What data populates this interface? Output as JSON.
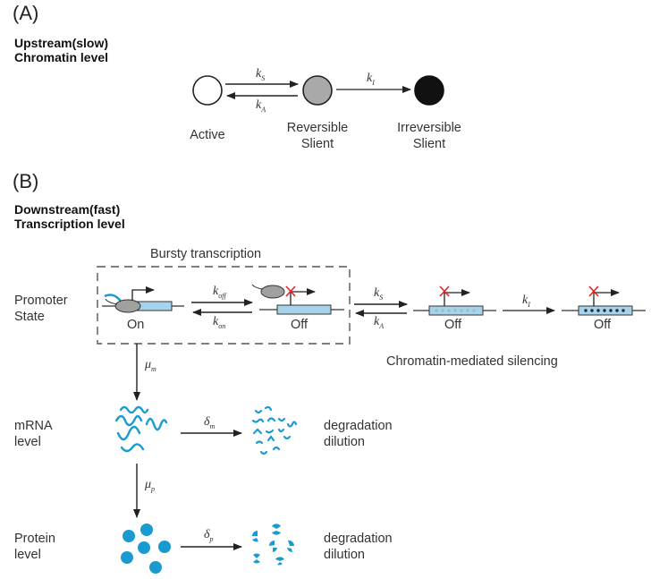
{
  "panelA": {
    "label": "(A)",
    "title_line1": "Upstream(slow)",
    "title_line2": "Chromatin level",
    "states": [
      {
        "name": "Active",
        "line1": "Active",
        "line2": "",
        "fill": "#ffffff"
      },
      {
        "name": "Reversible Slient",
        "line1": "Reversible",
        "line2": "Slient",
        "fill": "#a9a9a9"
      },
      {
        "name": "Irreversible Slient",
        "line1": "Irreversible",
        "line2": "Slient",
        "fill": "#111111"
      }
    ],
    "rates": {
      "ks": {
        "base": "k",
        "sub": "S"
      },
      "ka": {
        "base": "k",
        "sub": "A"
      },
      "ki": {
        "base": "k",
        "sub": "I"
      }
    }
  },
  "panelB": {
    "label": "(B)",
    "title_line1": "Downstream(fast)",
    "title_line2": "Transcription level",
    "bursty_label": "Bursty transcription",
    "promoter_line1": "Promoter",
    "promoter_line2": "State",
    "on_label": "On",
    "off_labels": [
      "Off",
      "Off",
      "Off"
    ],
    "silencing_label": "Chromatin-mediated silencing",
    "rates": {
      "koff": {
        "base": "k",
        "sub": "off"
      },
      "kon": {
        "base": "k",
        "sub": "on"
      },
      "ks": {
        "base": "k",
        "sub": "S"
      },
      "ka": {
        "base": "k",
        "sub": "A"
      },
      "ki": {
        "base": "k",
        "sub": "I"
      },
      "mum": {
        "base": "μ",
        "sub": "m"
      },
      "mup": {
        "base": "μ",
        "sub": "p"
      },
      "deltam": {
        "base": "δ",
        "sub": "m"
      },
      "deltap": {
        "base": "δ",
        "sub": "p"
      }
    },
    "mrna_line1": "mRNA",
    "mrna_line2": "level",
    "protein_line1": "Protein",
    "protein_line2": "level",
    "mrna_fate_line1": "degradation",
    "mrna_fate_line2": "dilution",
    "protein_fate_line1": "degradation",
    "protein_fate_line2": "dilution"
  },
  "colors": {
    "gene": "#a7d3ea",
    "molecule": "#1a9bd0",
    "cross": "#d8282b",
    "polymerase": "#a0a0a0"
  }
}
